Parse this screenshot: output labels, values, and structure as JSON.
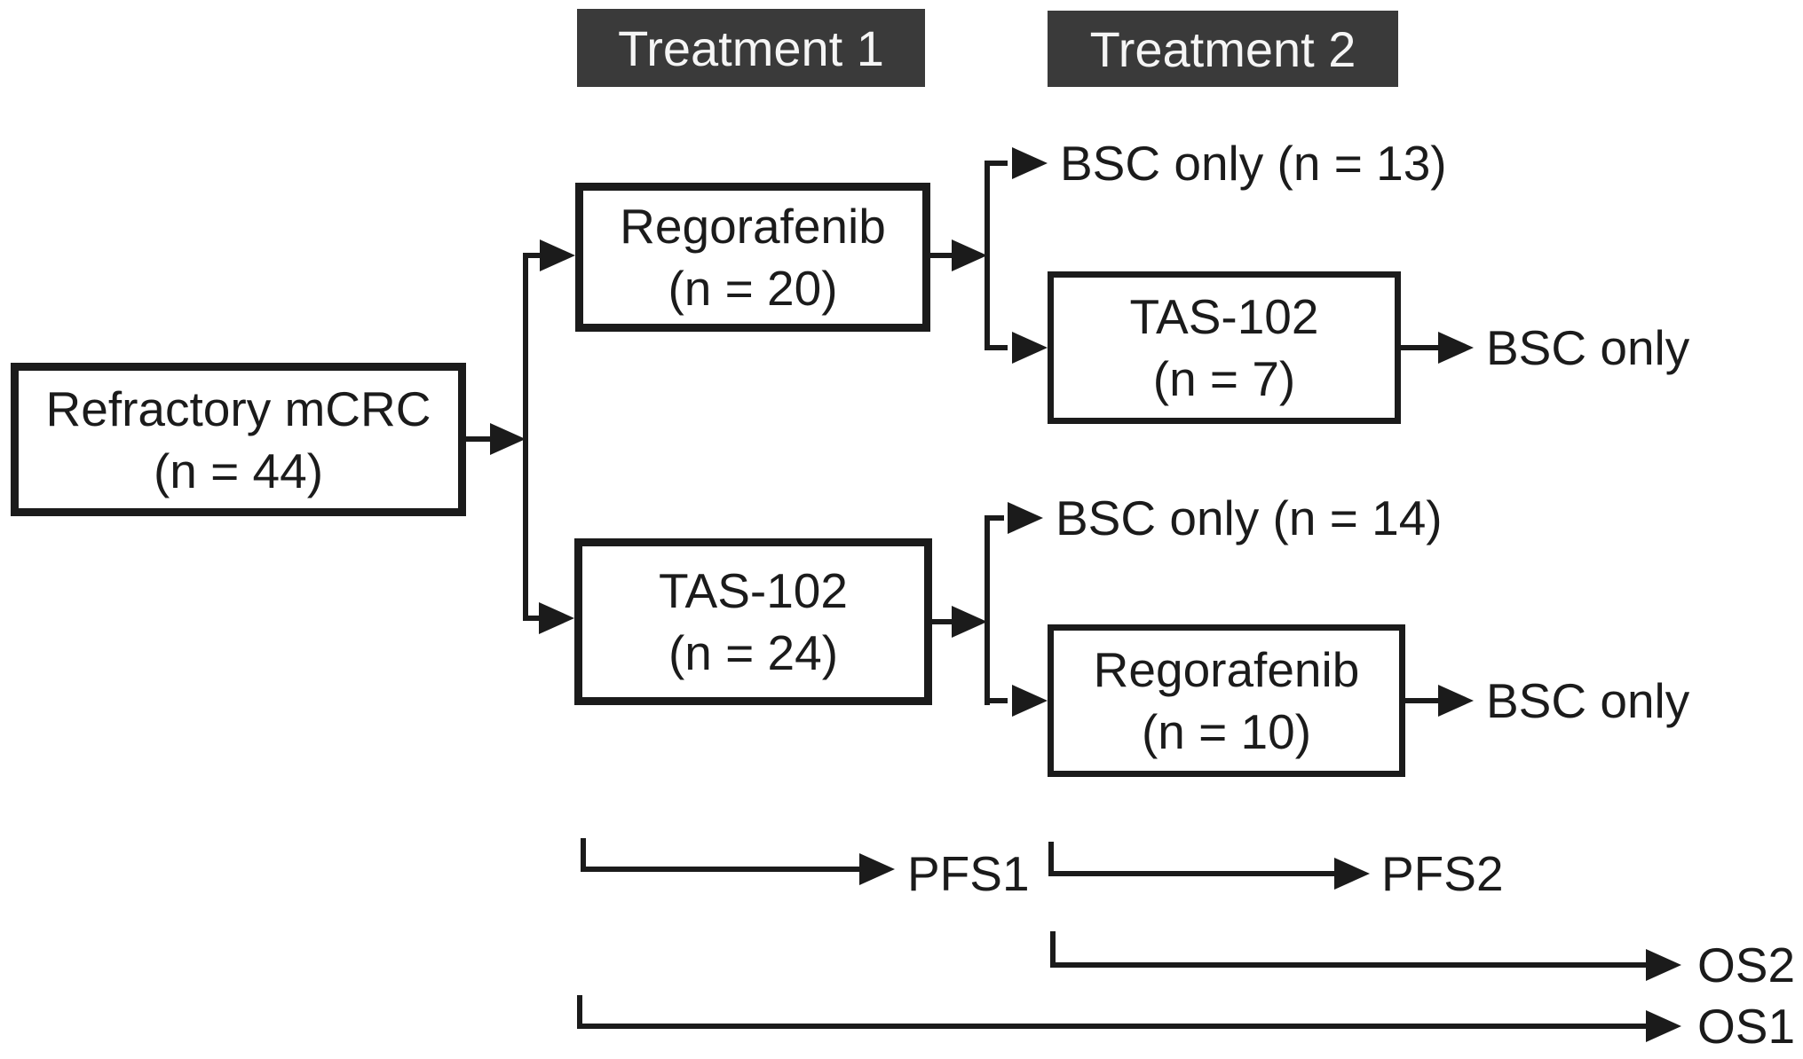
{
  "headers": {
    "treatment1": "Treatment 1",
    "treatment2": "Treatment 2"
  },
  "nodes": {
    "refractory": {
      "line1": "Refractory mCRC",
      "line2": "(n = 44)"
    },
    "regorafenib_t1": {
      "line1": "Regorafenib",
      "line2": "(n = 20)"
    },
    "tas102_t1": {
      "line1": "TAS-102",
      "line2": "(n = 24)"
    },
    "tas102_t2": {
      "line1": "TAS-102",
      "line2": "(n = 7)"
    },
    "regorafenib_t2": {
      "line1": "Regorafenib",
      "line2": "(n = 10)"
    }
  },
  "labels": {
    "bsc_after_regorafenib_t1": "BSC only (n = 13)",
    "bsc_after_tas102_t2": "BSC only",
    "bsc_after_tas102_t1": "BSC only (n = 14)",
    "bsc_after_regorafenib_t2": "BSC only"
  },
  "timelines": {
    "pfs1": "PFS1",
    "pfs2": "PFS2",
    "os2": "OS2",
    "os1": "OS1"
  },
  "colors": {
    "header_bg": "#3a3a3a",
    "header_text": "#f5f5f5",
    "ink": "#1b1b1b",
    "box_fill": "#ffffff",
    "canvas_bg": "#ffffff"
  }
}
